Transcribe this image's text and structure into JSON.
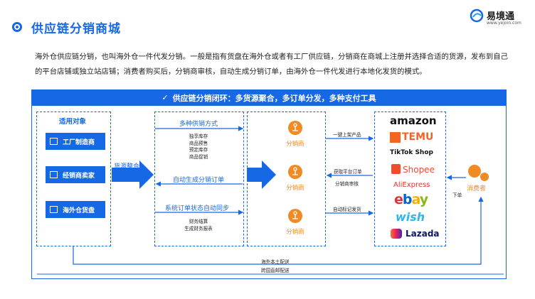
{
  "header": {
    "title": "供应链分销商城",
    "logo_name": "易境通",
    "logo_url": "www.yejoin.com"
  },
  "intro": "海外仓供应链分销，也叫海外仓一件代发分销。一般是指有货盘在海外仓或者有工厂供应链，分销商在商城上注册并选择合适的货源，发布到自己的平台店铺或独立站店铺；消费者购买后，分销商审核，自动生成分销订单，由海外仓一件代发进行本地化发货的模式。",
  "banner": {
    "check": "✓",
    "text": "供应链分销闭环：多货源聚合，多订单分发，多种支付工具"
  },
  "applicable": {
    "title": "适用对象",
    "items": [
      "工厂制造商",
      "经销商卖家",
      "海外仓货盘"
    ]
  },
  "source_label": "货源整合",
  "supply": {
    "title": "多种供销方式",
    "modes": [
      "独享库存",
      "商品预售",
      "预定库存",
      "商品促销"
    ],
    "auto_order": "自动生成分销订单",
    "sync": "系统订单状态自动同步",
    "finance": [
      "财务结算",
      "生成财务报表"
    ]
  },
  "distributors": [
    "分销商",
    "分销商",
    "分销商"
  ],
  "flows": {
    "list_products": "一键上架产品",
    "fetch_orders": "获取平台订单",
    "review": "分销商审核",
    "auto_ship_mark": "自动标记发货"
  },
  "platforms": [
    "amazon",
    "TEMU",
    "TikTok Shop",
    "Shopee",
    "AliExpress",
    "ebay",
    "wish",
    "Lazada"
  ],
  "consumer": {
    "label": "消费者",
    "order": "下单"
  },
  "bottom": {
    "local": "海外本土配送",
    "cross": "跨国直邮配送"
  },
  "colors": {
    "brand_blue": "#1768e4",
    "orange": "#f08a24"
  }
}
